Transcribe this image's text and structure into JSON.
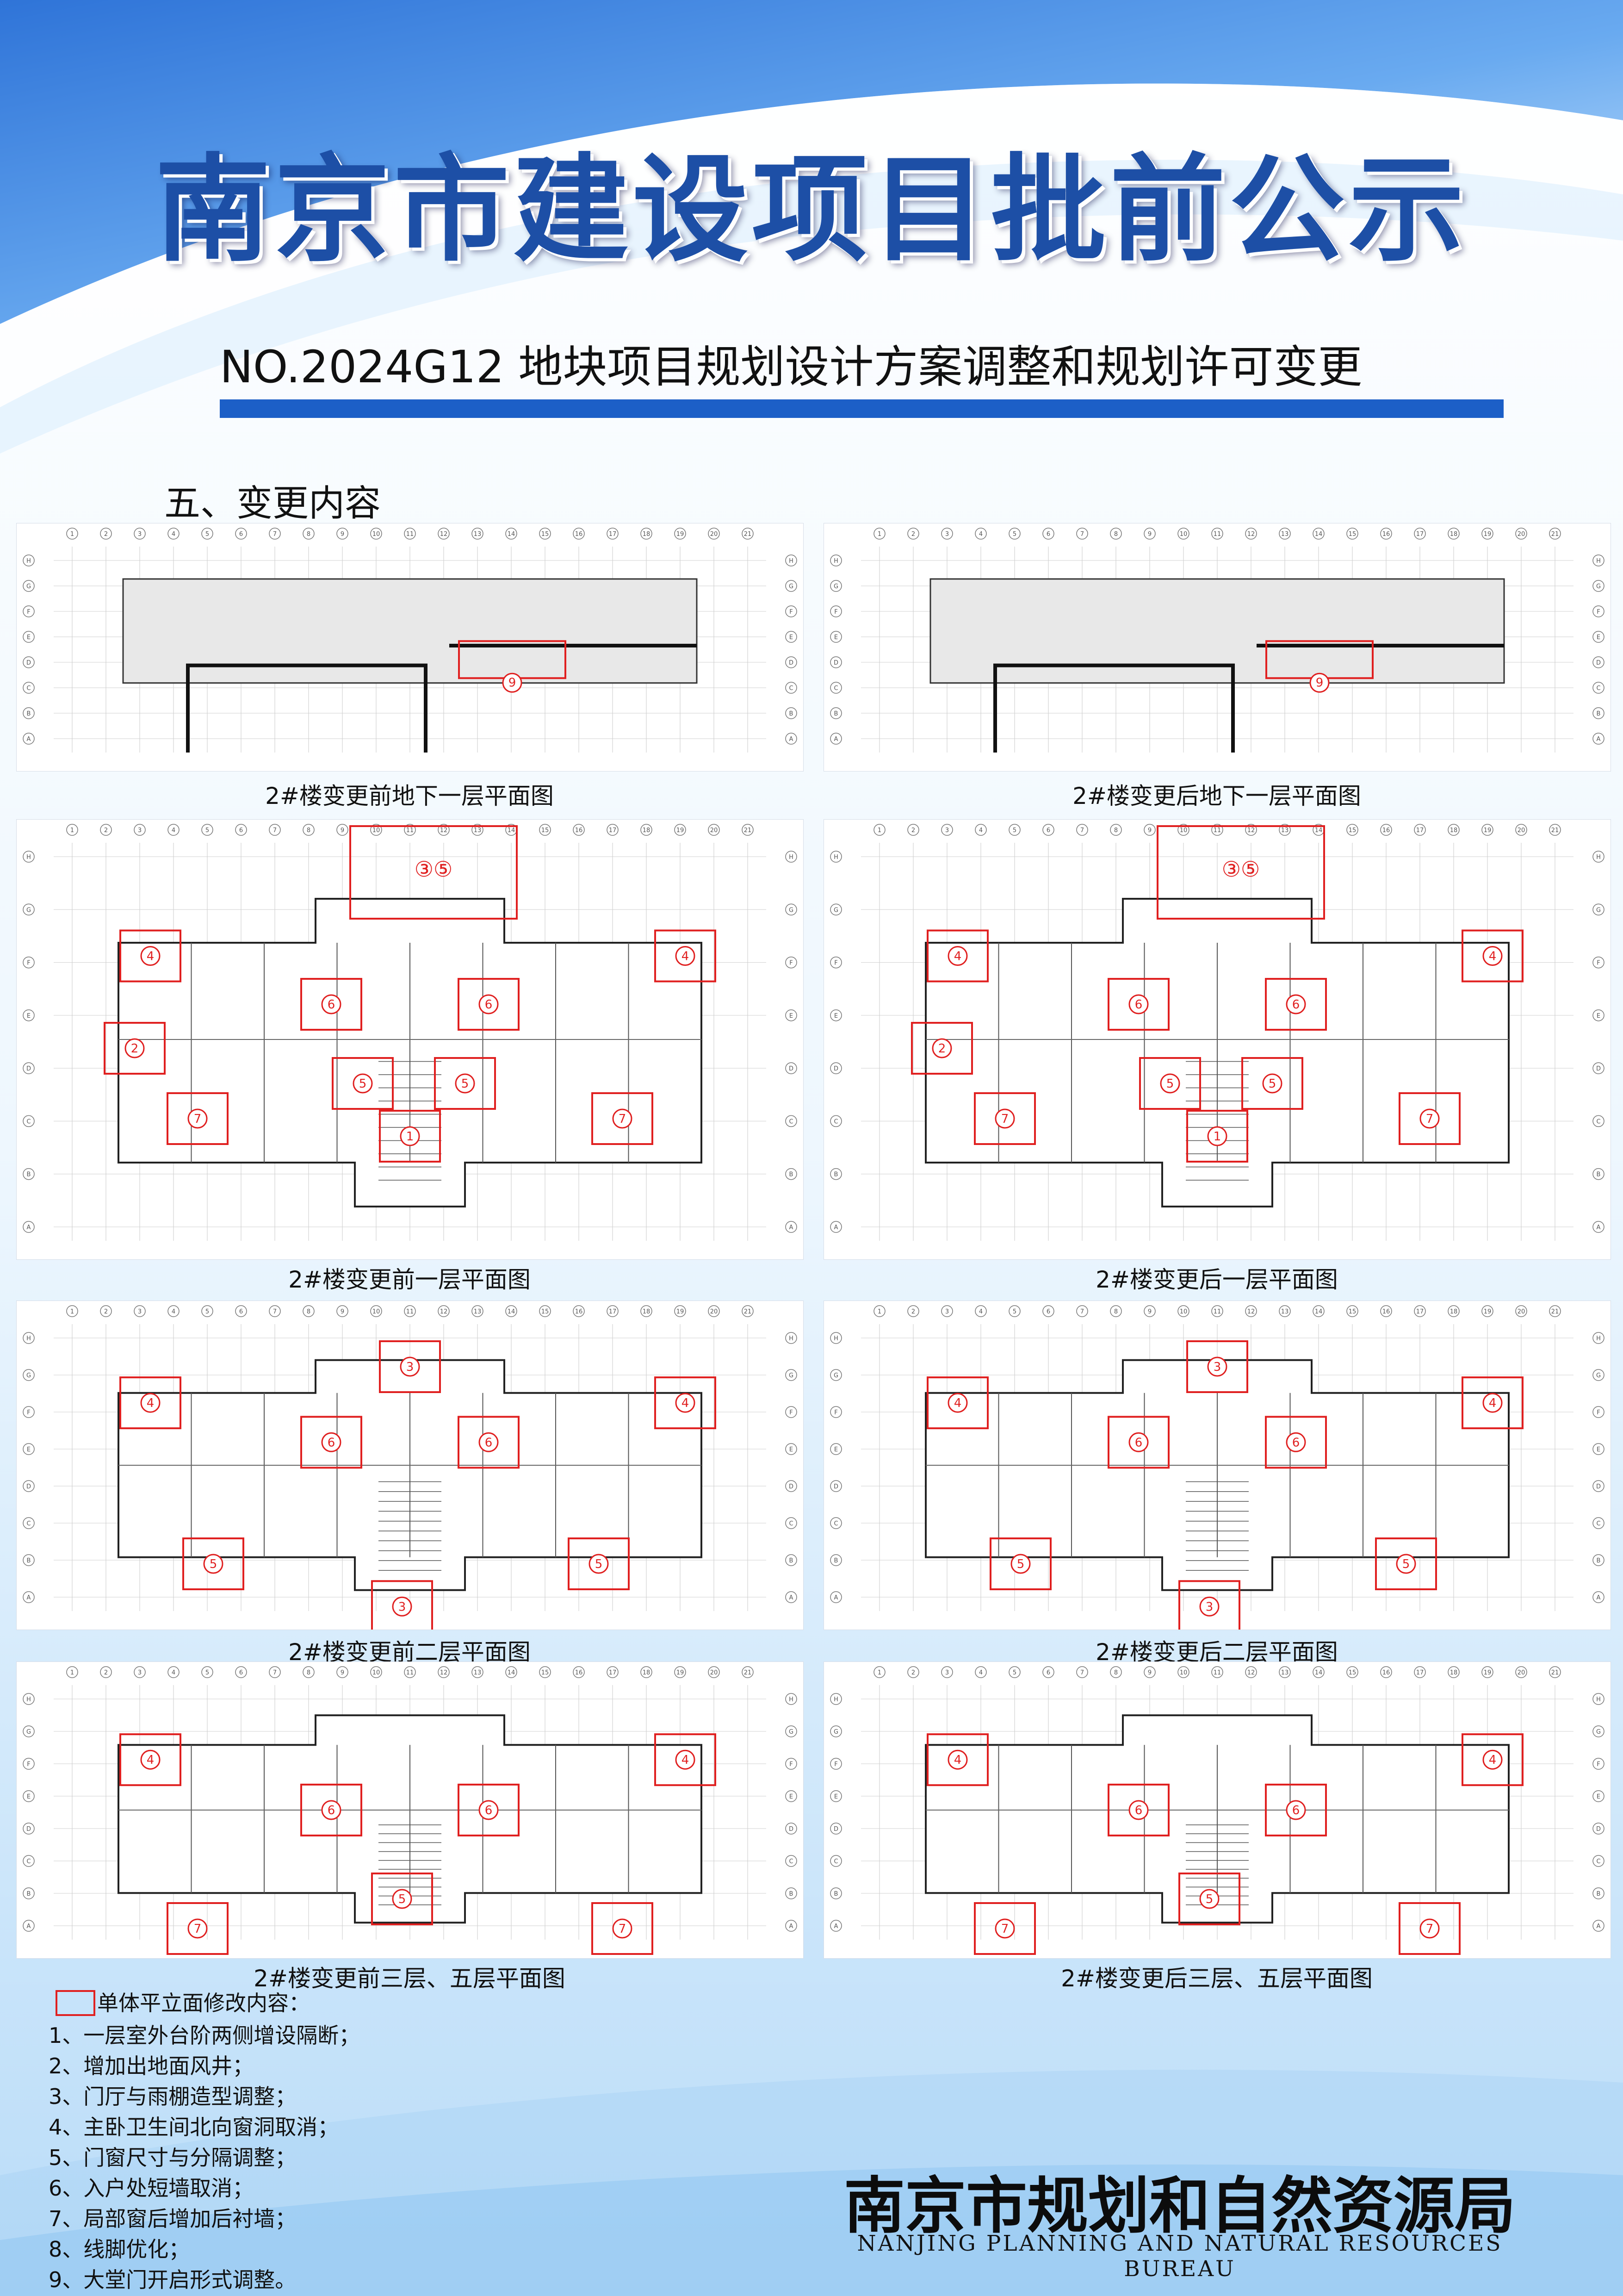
{
  "header": {
    "main_title": "南京市建设项目批前公示",
    "sub_title": "NO.2024G12 地块项目规划设计方案调整和规划许可变更"
  },
  "section_heading": "五、变更内容",
  "drawings": [
    {
      "caption": "2#楼变更前地下一层平面图",
      "plan": "basement",
      "marks": [
        "9"
      ]
    },
    {
      "caption": "2#楼变更后地下一层平面图",
      "plan": "basement",
      "marks": [
        "9"
      ]
    },
    {
      "caption": "2#楼变更前一层平面图",
      "plan": "ground",
      "marks": [
        "③⑤",
        "4",
        "4",
        "2",
        "6",
        "6",
        "5",
        "5",
        "7",
        "7",
        "1"
      ]
    },
    {
      "caption": "2#楼变更后一层平面图",
      "plan": "ground",
      "marks": [
        "③⑤",
        "4",
        "4",
        "2",
        "6",
        "6",
        "5",
        "5",
        "7",
        "7",
        "1"
      ]
    },
    {
      "caption": "2#楼变更前二层平面图",
      "plan": "second",
      "marks": [
        "3",
        "4",
        "4",
        "6",
        "6",
        "5",
        "5",
        "3"
      ]
    },
    {
      "caption": "2#楼变更后二层平面图",
      "plan": "second",
      "marks": [
        "3",
        "4",
        "4",
        "6",
        "6",
        "5",
        "5",
        "3"
      ]
    },
    {
      "caption": "2#楼变更前三层、五层平面图",
      "plan": "third",
      "marks": [
        "4",
        "4",
        "6",
        "6",
        "5",
        "7",
        "7"
      ]
    },
    {
      "caption": "2#楼变更后三层、五层平面图",
      "plan": "third",
      "marks": [
        "4",
        "4",
        "6",
        "6",
        "5",
        "7",
        "7"
      ]
    }
  ],
  "axis_labels_top": [
    "1",
    "2",
    "3",
    "4",
    "5",
    "6",
    "7",
    "8",
    "9",
    "10",
    "11",
    "12",
    "13",
    "14",
    "15",
    "16",
    "17",
    "18",
    "19",
    "20",
    "21"
  ],
  "axis_labels_side": [
    "H",
    "G",
    "F",
    "E",
    "D",
    "C",
    "B",
    "A"
  ],
  "legend": {
    "title": "单体平立面修改内容：",
    "items": [
      "1、一层室外台阶两侧增设隔断；",
      "2、增加出地面风井；",
      "3、门厅与雨棚造型调整；",
      "4、主卧卫生间北向窗洞取消；",
      "5、门窗尺寸与分隔调整；",
      "6、入户处短墙取消；",
      "7、局部窗后增加后衬墙；",
      "8、线脚优化；",
      "9、大堂门开启形式调整。"
    ]
  },
  "footer": {
    "bureau_cn": "南京市规划和自然资源局",
    "bureau_en": "NANJING PLANNING AND NATURAL RESOURCES BUREAU"
  },
  "colors": {
    "title_blue": "#1d4fa6",
    "bar_blue": "#1c5fc7",
    "mark_red": "#e02020",
    "bg_light": "#e6f2fc"
  }
}
